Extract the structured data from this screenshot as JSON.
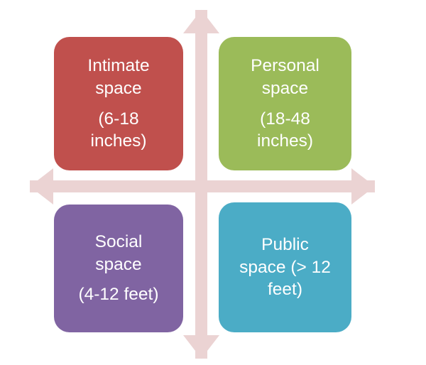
{
  "diagram": {
    "title": "Proxemics personal space zones quadrant diagram",
    "axis": {
      "name": "four-headed-arrow-cross",
      "color": "#EBD3D3",
      "arrows": [
        "up",
        "right",
        "down",
        "left"
      ]
    },
    "quadrants": [
      {
        "id": "intimate",
        "position": "top-left",
        "color": "#C0504D",
        "lines": [
          "Intimate",
          "space",
          "(6-18",
          "inches)"
        ],
        "label": "Intimate space",
        "range": "(6-18 inches)"
      },
      {
        "id": "personal",
        "position": "top-right",
        "color": "#9BBB59",
        "lines": [
          "Personal",
          "space",
          "(18-48",
          "inches)"
        ],
        "label": "Personal space",
        "range": "(18-48 inches)"
      },
      {
        "id": "social",
        "position": "bottom-left",
        "color": "#8064A2",
        "lines": [
          "Social",
          "space",
          "(4-12 feet)"
        ],
        "label": "Social space",
        "range": "(4-12 feet)"
      },
      {
        "id": "public",
        "position": "bottom-right",
        "color": "#4BACC6",
        "lines": [
          "Public",
          "space (> 12",
          "feet)"
        ],
        "label": "Public space",
        "range": "(> 12 feet)"
      }
    ]
  }
}
